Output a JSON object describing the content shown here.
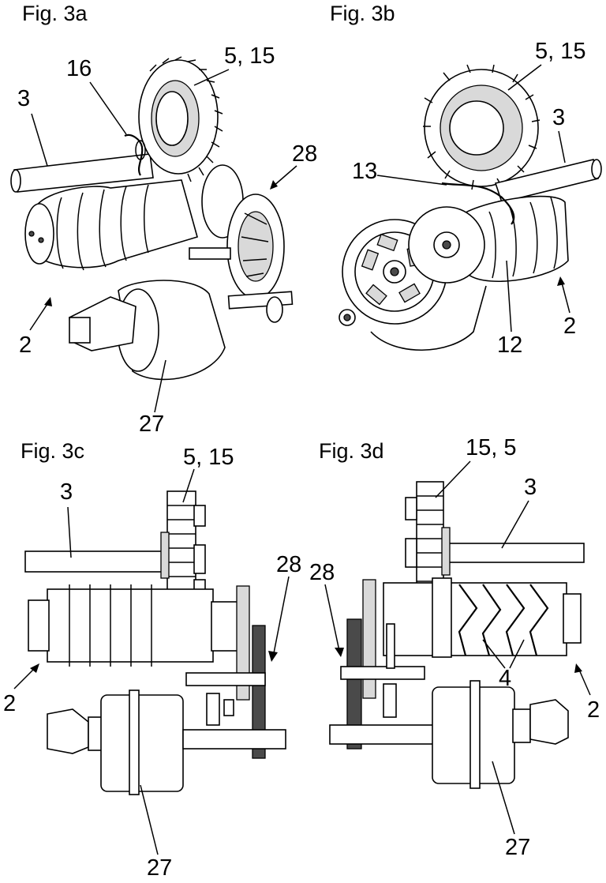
{
  "figures": {
    "fig3a": {
      "title": "Fig. 3a",
      "labels": {
        "gear": "5, 15",
        "spring": "16",
        "shaft": "3",
        "gearset": "28",
        "assembly": "2",
        "motor": "27"
      }
    },
    "fig3b": {
      "title": "Fig. 3b",
      "labels": {
        "gear": "5, 15",
        "shaft": "3",
        "lever": "13",
        "drum": "12",
        "assembly": "2"
      }
    },
    "fig3c": {
      "title": "Fig. 3c",
      "labels": {
        "gear": "5, 15",
        "shaft": "3",
        "gearset": "28",
        "assembly": "2",
        "motor": "27"
      }
    },
    "fig3d": {
      "title": "Fig. 3d",
      "labels": {
        "gear": "15, 5",
        "shaft": "3",
        "gearset": "28",
        "forks": "4",
        "assembly": "2",
        "motor": "27"
      }
    }
  }
}
